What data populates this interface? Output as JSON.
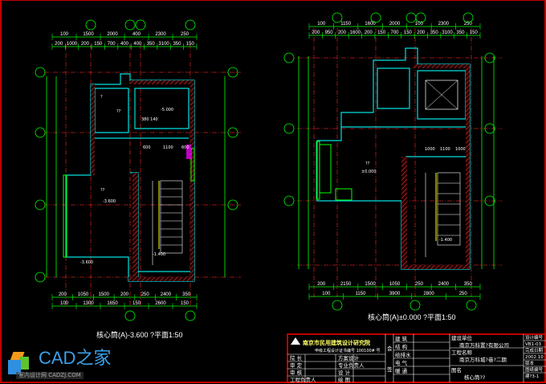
{
  "drawings": [
    {
      "title": "核心筒(A)-3.600 ?平面1:50",
      "top_dims_outer": [
        "100",
        "1500",
        "2000",
        "400",
        "2300",
        "250"
      ],
      "top_dims_inner": [
        "200",
        "1000",
        "200",
        "150",
        "700",
        "400",
        "400",
        "350",
        "3100",
        "350",
        "150"
      ],
      "bottom_dims_upper": [
        "200",
        "1050",
        "1500",
        "200",
        "250",
        "2400",
        "350"
      ],
      "bottom_dims_lower": [
        "100",
        "1300",
        "1650",
        "150",
        "2600",
        "150"
      ],
      "labels": [
        "??",
        "-5.000",
        "??",
        "-3.600",
        "-3.600",
        "-1.400",
        "?",
        "380 140",
        "600",
        "1100",
        "600"
      ]
    },
    {
      "title": "核心筒(A)±0.000 ?平面1:50",
      "top_dims_outer": [
        "100",
        "1150",
        "1600",
        "2000",
        "100",
        "2300",
        "250"
      ],
      "top_dims_inner": [
        "200",
        "950",
        "200",
        "1600",
        "200",
        "150",
        "700",
        "150",
        "200",
        "350",
        "3100",
        "350",
        "150"
      ],
      "bottom_dims_upper": [
        "200",
        "2150",
        "1500",
        "1050",
        "250",
        "2400",
        "350"
      ],
      "bottom_dims_lower": [
        "100",
        "1150",
        "3900",
        "2800",
        "250"
      ],
      "labels": [
        "??",
        "±0.000",
        "-1.400",
        "1000",
        "1100",
        "1000"
      ]
    }
  ],
  "title_block": {
    "institute": "南京市民用建筑设计研究院",
    "license": "甲级工程设计证书编号 100100# 号",
    "rows_left": [
      [
        "院 长",
        "方案设计"
      ],
      [
        "审 定",
        "专业负责人"
      ],
      [
        "审 核",
        "设 计"
      ],
      [
        "工程负责人",
        "绘 图"
      ]
    ],
    "sign_col_labels": [
      "建 筑",
      "结 构",
      "给排水",
      "电 气",
      "暖 通"
    ],
    "side_labels": [
      "会",
      "签"
    ],
    "client_label": "建设单位",
    "client": "南京万科置?有限公司",
    "project_label": "工程名称",
    "project": "南京万科城?巷?二期",
    "drawing_label": "图名",
    "drawing_name": "核心筒??",
    "right_labels": [
      "设计编号",
      "VB1-03",
      "完成日期",
      "2002.10",
      "版本",
      "图纸编号",
      "建?3-1"
    ]
  },
  "watermark": {
    "brand": "CAD之家",
    "site": "室内设计网 CADZJ.COM"
  },
  "colors": {
    "wall": "#00ffff",
    "dim": "#00ff00",
    "axis": "#ff3030",
    "hatch": "#ff4040",
    "frame": "#ff0000"
  }
}
